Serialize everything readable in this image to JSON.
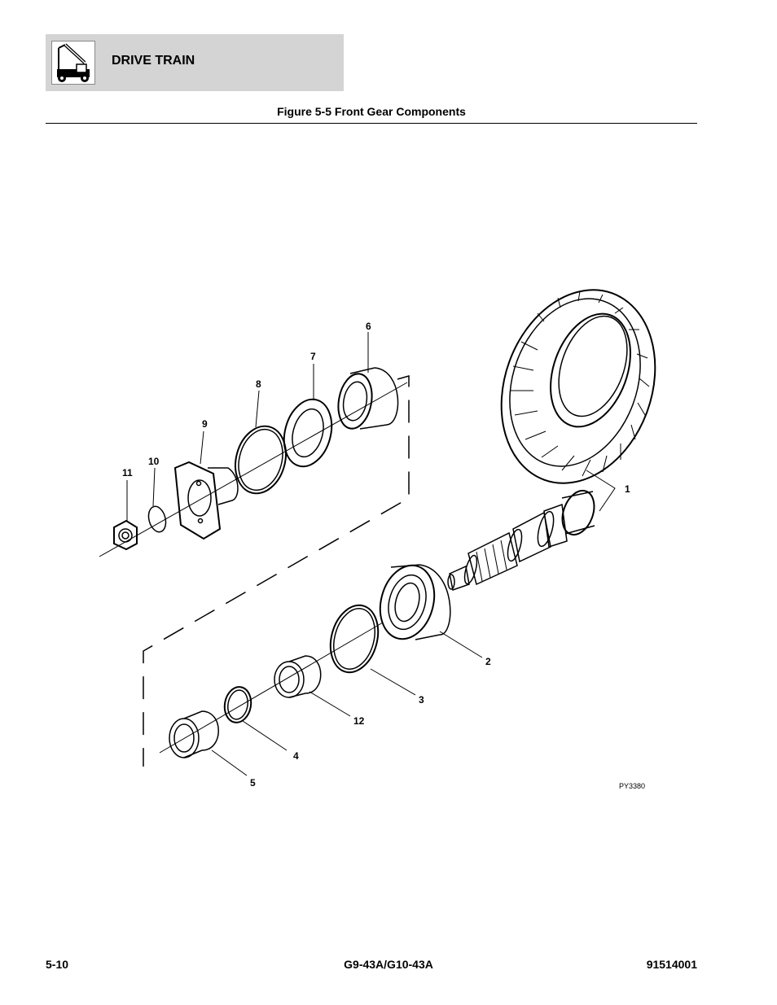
{
  "header": {
    "section_title": "DRIVE TRAIN",
    "icon": "scissor-lift-icon"
  },
  "figure": {
    "title": "Figure 5-5 Front Gear Components",
    "drawing_id": "PY3380",
    "callouts": [
      "1",
      "2",
      "3",
      "4",
      "5",
      "6",
      "7",
      "8",
      "9",
      "10",
      "11",
      "12"
    ]
  },
  "footer": {
    "page_number": "5-10",
    "model": "G9-43A/G10-43A",
    "doc_number": "91514001"
  }
}
